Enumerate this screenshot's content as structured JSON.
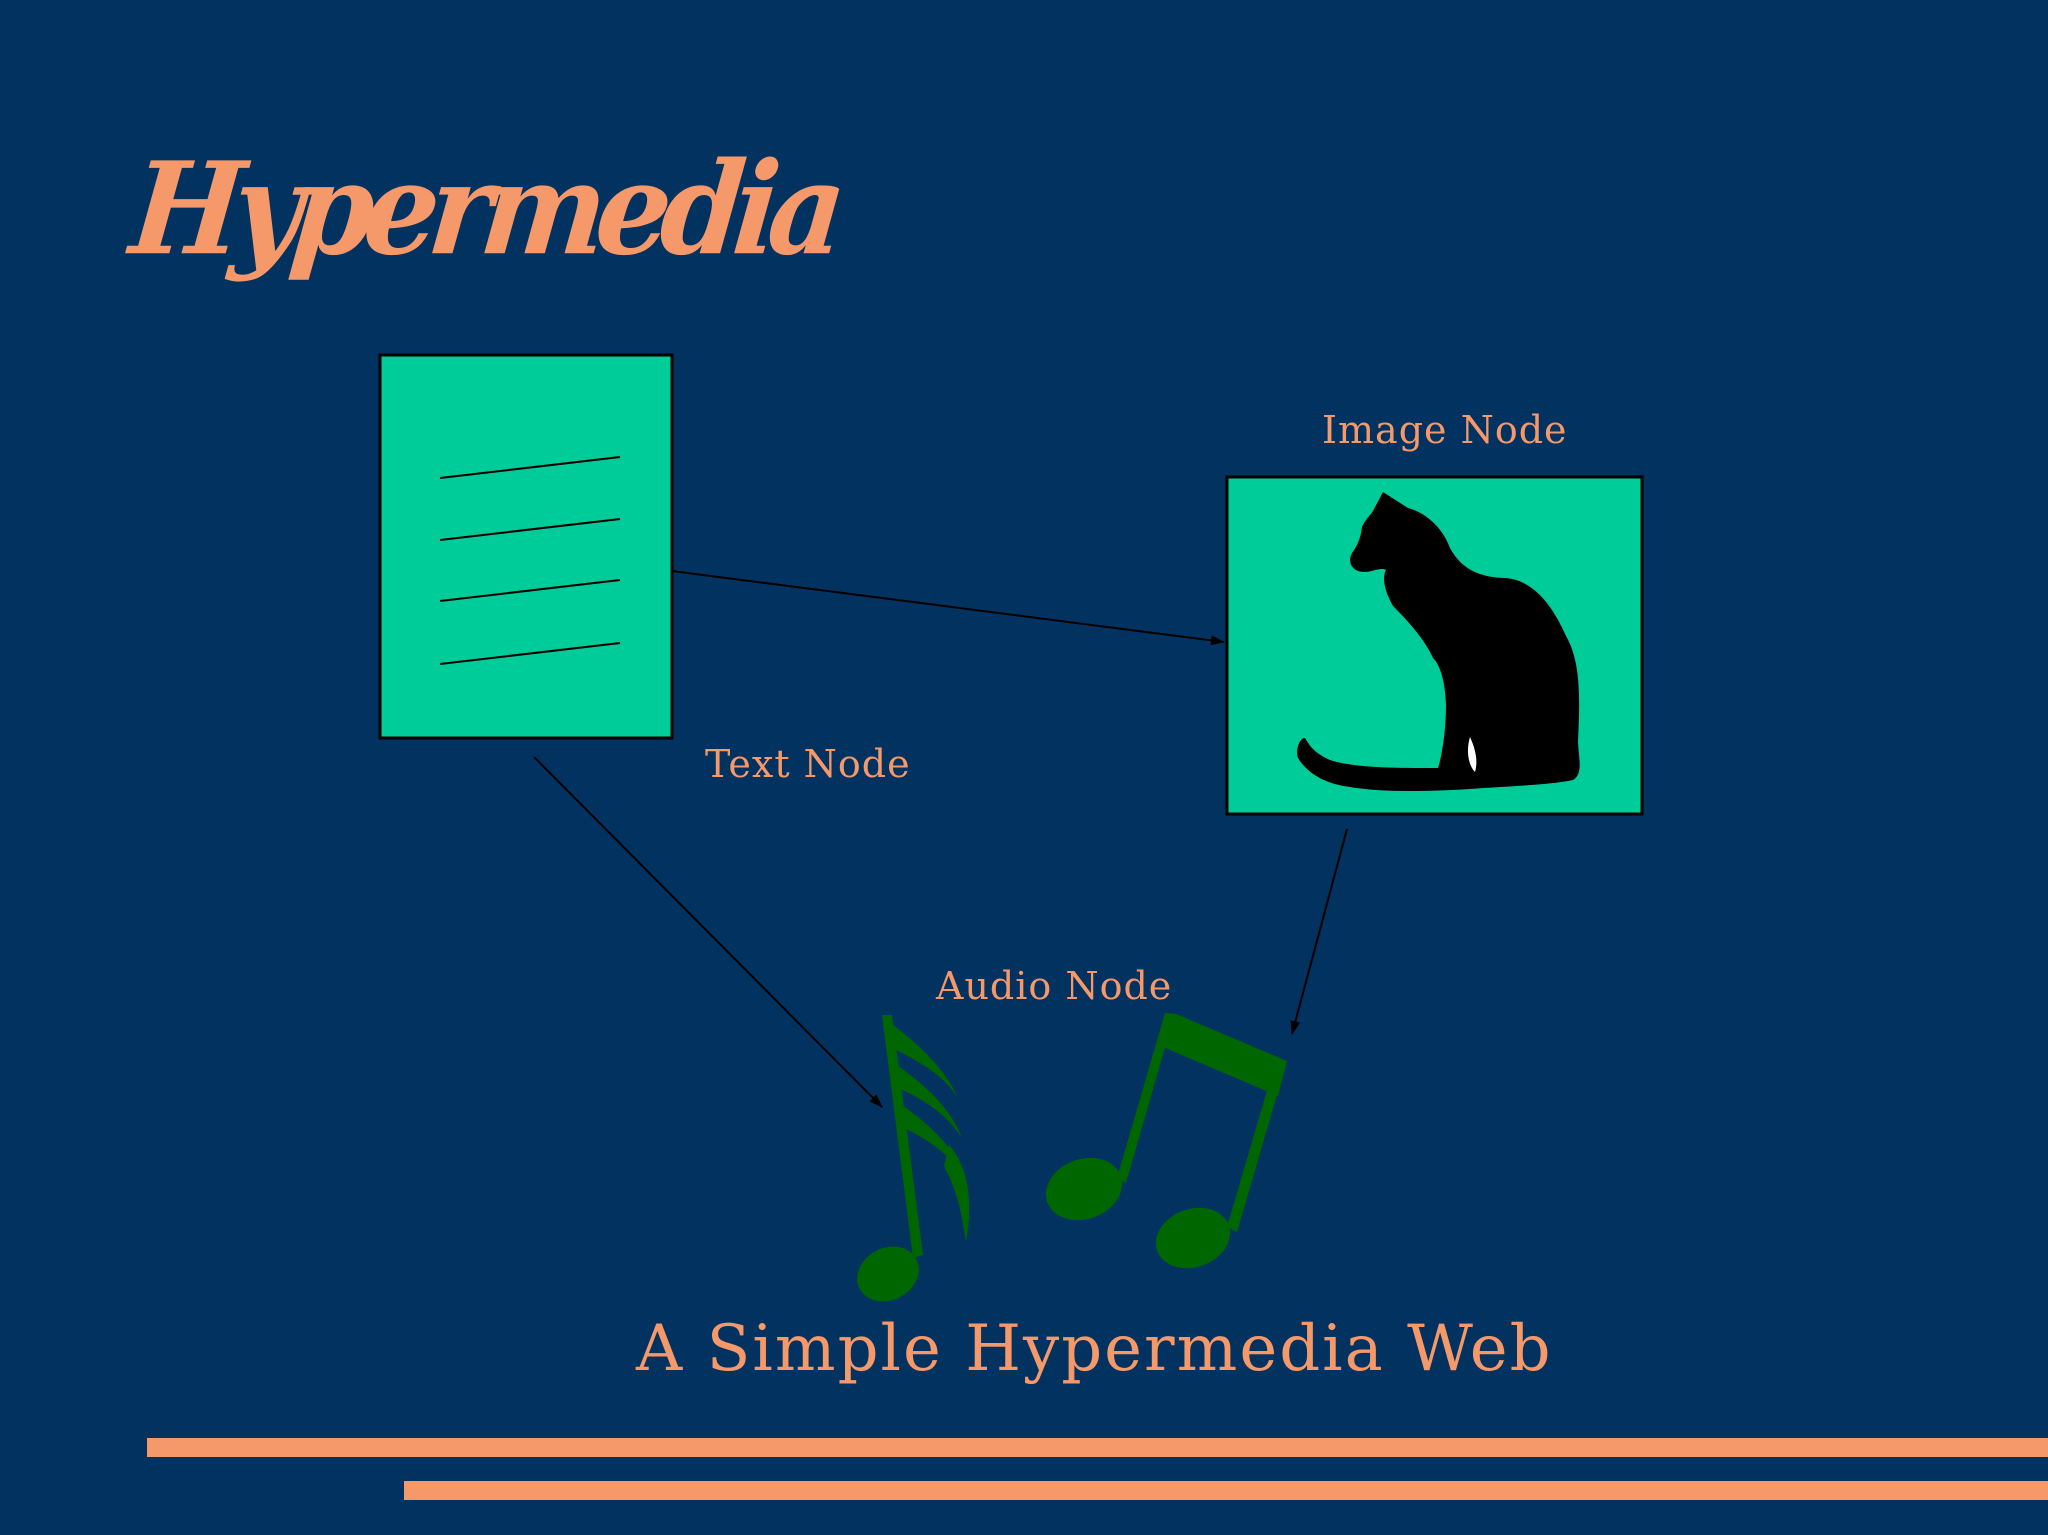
{
  "slide": {
    "title": "Hypermedia",
    "caption": "A Simple Hypermedia Web"
  },
  "nodes": {
    "text_node": "Text Node",
    "image_node": "Image Node",
    "audio_node": "Audio Node"
  },
  "colors": {
    "background": "#02325f",
    "accent": "#f6996a",
    "node_fill": "#00cc99",
    "note_green": "#006600",
    "line": "#000000"
  },
  "icons": [
    "document-lines-icon",
    "cat-silhouette-icon",
    "sixteenth-note-icon",
    "eighth-notes-icon"
  ]
}
